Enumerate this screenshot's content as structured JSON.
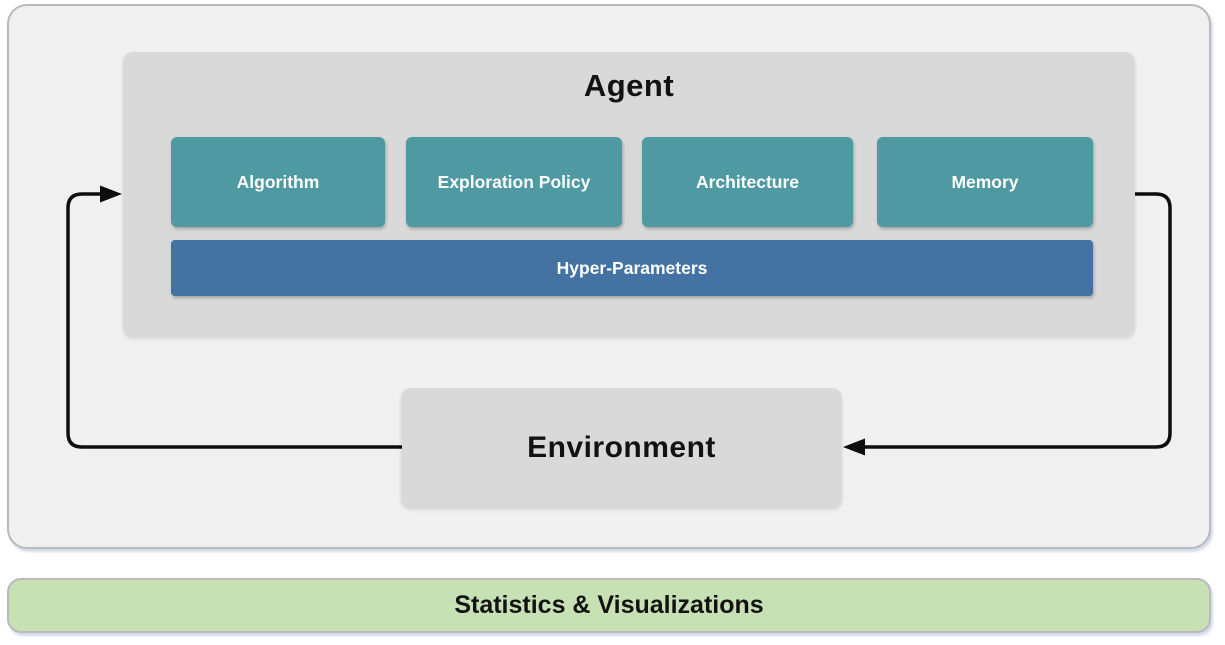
{
  "diagram": {
    "agent": {
      "title": "Agent",
      "components": [
        {
          "label": "Algorithm"
        },
        {
          "label": "Exploration Policy"
        },
        {
          "label": "Architecture"
        },
        {
          "label": "Memory"
        }
      ],
      "hyper_parameters": {
        "label": "Hyper-Parameters"
      }
    },
    "environment": {
      "label": "Environment"
    },
    "footer": {
      "label": "Statistics & Visualizations"
    },
    "arrows": [
      {
        "name": "environment-to-agent",
        "from": "Environment",
        "to": "Agent"
      },
      {
        "name": "agent-to-environment",
        "from": "Agent",
        "to": "Environment"
      }
    ],
    "colors": {
      "component_fill": "#4f9aa2",
      "hyper_parameters_fill": "#4372a3",
      "container_fill": "#d9d9d9",
      "panel_fill": "#f0f0f1",
      "footer_fill": "#c7e1b5",
      "arrow": "#0d0d0d"
    }
  }
}
